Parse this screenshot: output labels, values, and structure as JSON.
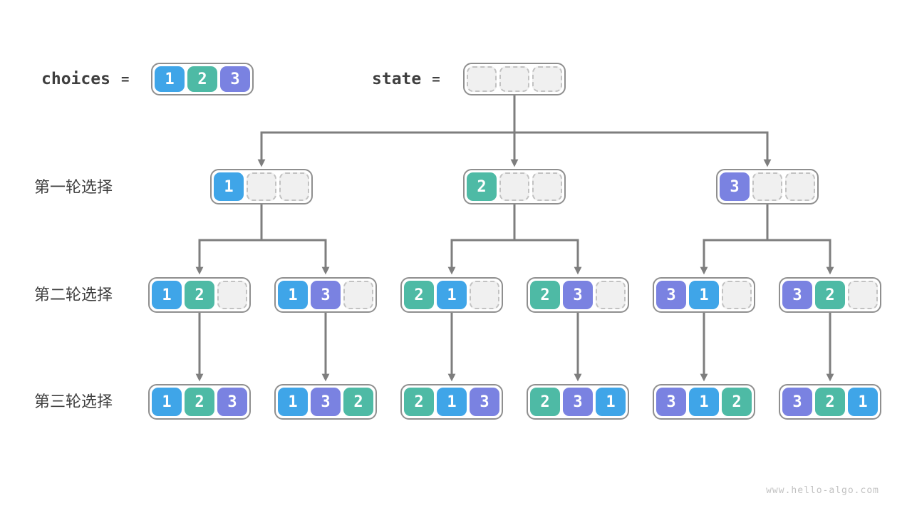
{
  "meta": {
    "watermark": "www.hello-algo.com"
  },
  "colors": {
    "choice1": "#3FA5E8",
    "choice2": "#4EBAA5",
    "choice3": "#7A82E1",
    "arrow": "#7E7E7E",
    "boxBorder": "#8F8F8F",
    "emptyFill": "#F0F0F0",
    "emptyBorder": "#C2C2C2",
    "labelText": "#3F3F3F",
    "watermark": "#C2C2C2"
  },
  "header": {
    "choices": {
      "label": "choices",
      "equals": "=",
      "cells": [
        "1",
        "2",
        "3"
      ]
    },
    "state": {
      "label": "state",
      "equals": "=",
      "cells": [
        "",
        "",
        ""
      ]
    }
  },
  "rounds": [
    {
      "label": "第一轮选择",
      "boxes": [
        [
          "1",
          "",
          ""
        ],
        [
          "2",
          "",
          ""
        ],
        [
          "3",
          "",
          ""
        ]
      ]
    },
    {
      "label": "第二轮选择",
      "boxes": [
        [
          "1",
          "2",
          ""
        ],
        [
          "1",
          "3",
          ""
        ],
        [
          "2",
          "1",
          ""
        ],
        [
          "2",
          "3",
          ""
        ],
        [
          "3",
          "1",
          ""
        ],
        [
          "3",
          "2",
          ""
        ]
      ]
    },
    {
      "label": "第三轮选择",
      "boxes": [
        [
          "1",
          "2",
          "3"
        ],
        [
          "1",
          "3",
          "2"
        ],
        [
          "2",
          "1",
          "3"
        ],
        [
          "2",
          "3",
          "1"
        ],
        [
          "3",
          "1",
          "2"
        ],
        [
          "3",
          "2",
          "1"
        ]
      ]
    }
  ]
}
